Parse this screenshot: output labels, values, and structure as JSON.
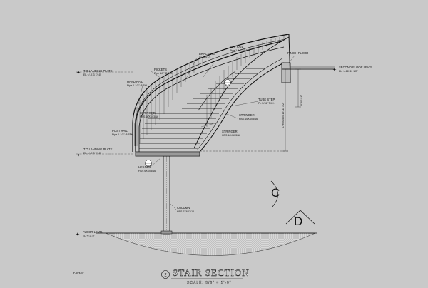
{
  "labels": {
    "to_landing_plate_top": "T.O.LANDING PLATE",
    "to_landing_plate_top_el": "EL.+/-8'-3 7/16\"",
    "to_landing_plate_mid": "T.O.LANDING PLATE",
    "to_landing_plate_mid_el": "EL.+/-8'-3 7/16\"",
    "second_floor": "SECOND FLOOR LEVEL",
    "second_floor_el": "EL.+/-16'-11 1/2\"",
    "floor_level": "FLOOR LEVEL",
    "floor_level_el": "EL.+/-0'-0\"",
    "top_rail": "TOP RAIL",
    "top_rail_spec": "Pipe 1-1/2\" Ø Std.",
    "brackets": "BRACKETS",
    "brackets_spec": "PIL 5/8\" Ø",
    "pickets": "PICKETS",
    "pickets_spec": "Pipe 1/2\" Ø Std.",
    "hand_rail": "HAND RAIL",
    "hand_rail_spec": "Pipe 1-1/2\" Ø Std.",
    "finish_floor": "FINISH FLOOR",
    "stringer_left": "STRINGER",
    "stringer_left_spec": "HSS 16X4X3/16",
    "stringer_mid": "STRINGER",
    "stringer_mid_spec": "HSS 16X4X3/16",
    "stringer_right": "STRINGER",
    "stringer_right_spec": "HSS 16X4X3/16",
    "tube_step": "TUBE STEP",
    "tube_step_spec": "PL 5/16\" THK.",
    "post_rail": "POST RAIL",
    "post_rail_spec": "Pipe 1-1/2\" Ø Std.",
    "header": "HEADER",
    "header_spec": "HSS 6X6X3/16",
    "column": "COLUMN",
    "column_spec": "HSS 6X6X3/16",
    "dim_right": "8'-8 1/16\"",
    "dim_risers": "17 RISERS 16'-11 1/2\"",
    "bottom_note": "2'-8 3/4\""
  },
  "details": {
    "detail_a": "S-01",
    "detail_b": "S-01"
  },
  "section_markers": {
    "c": "C",
    "d": "D"
  },
  "title_block": {
    "number": "2",
    "title": "STAIR SECTION",
    "scale": "SCALE: 3/8\" = 1'-0\""
  },
  "colors": {
    "background": "#c9c9c9",
    "linework": "#111111"
  }
}
